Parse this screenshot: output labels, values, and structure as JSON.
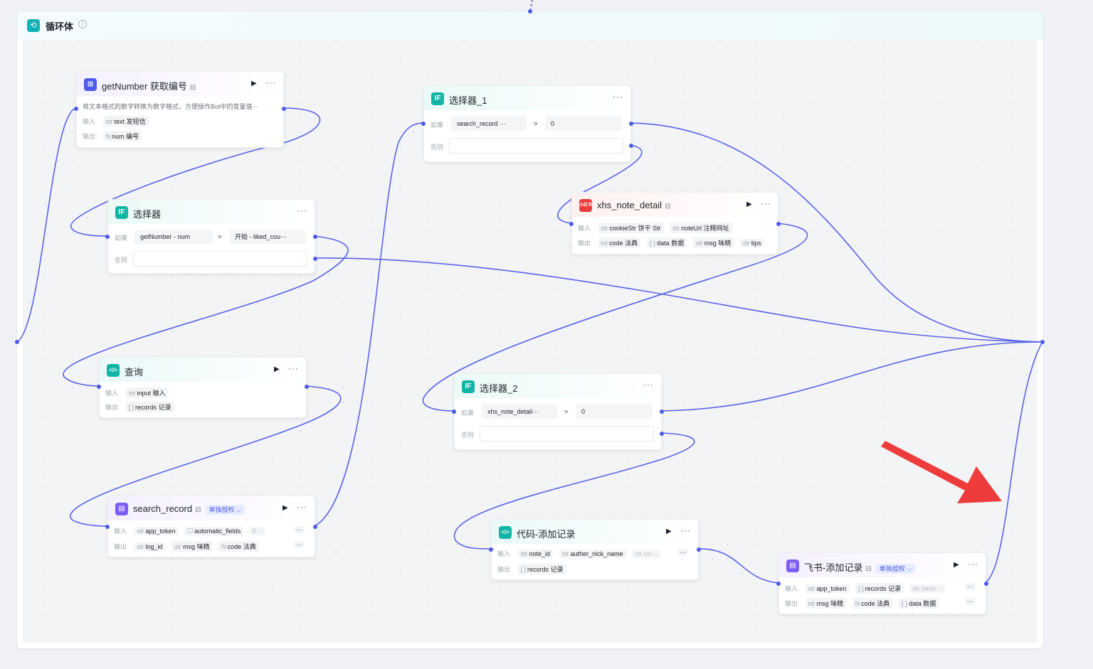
{
  "loop": {
    "title": "循环体",
    "info": "i"
  },
  "icons": {
    "play": "▶",
    "more": "···",
    "bookmark": "⊟",
    "chevron": "⌵"
  },
  "labels": {
    "input": "输入",
    "output": "输出",
    "if": "如果",
    "else": "否则"
  },
  "nodes": {
    "getNumber": {
      "icon": "⊞",
      "title": "getNumber 获取编号",
      "desc": "将文本格式的数字转换为数字格式，方便操作Bot中的变量值···",
      "inputs": [
        {
          "type": "str",
          "name": "text",
          "desc": "发短信"
        }
      ],
      "outputs": [
        {
          "type": "N",
          "name": "num",
          "desc": "编号"
        }
      ]
    },
    "selector": {
      "icon": "IF",
      "title": "选择器",
      "cond_left": "getNumber - num",
      "op": ">",
      "cond_right": "开始 - liked_cou···"
    },
    "query": {
      "icon": "</>",
      "title": "查询",
      "inputs": [
        {
          "type": "str",
          "name": "input",
          "desc": "输入"
        }
      ],
      "outputs": [
        {
          "type": "[ ]",
          "name": "records",
          "desc": "记录"
        }
      ]
    },
    "search_record": {
      "icon": "▤",
      "title": "search_record",
      "tag": "单独授权",
      "inputs": [
        {
          "type": "str",
          "name": "app_token",
          "desc": ""
        },
        {
          "type": "☐",
          "name": "automatic_fields",
          "desc": ""
        },
        {
          "type": "",
          "name": "fi···",
          "desc": ""
        }
      ],
      "outputs": [
        {
          "type": "str",
          "name": "log_id",
          "desc": ""
        },
        {
          "type": "str",
          "name": "msg",
          "desc": "味精"
        },
        {
          "type": "N",
          "name": "code",
          "desc": "法典"
        },
        {
          "type": "",
          "name": "",
          "desc": ""
        }
      ]
    },
    "selector1": {
      "icon": "IF",
      "title": "选择器_1",
      "cond_left": "search_record ···",
      "op": ">",
      "cond_right": "0"
    },
    "xhs_note_detail": {
      "icon": "小红书",
      "title": "xhs_note_detail",
      "inputs": [
        {
          "type": "str",
          "name": "cookieStr",
          "desc": "饼干 Str"
        },
        {
          "type": "str",
          "name": "noteUrl",
          "desc": "注释网址"
        }
      ],
      "outputs": [
        {
          "type": "int",
          "name": "code",
          "desc": "法典"
        },
        {
          "type": "{ }",
          "name": "data",
          "desc": "数据"
        },
        {
          "type": "str",
          "name": "msg",
          "desc": "味精"
        },
        {
          "type": "str",
          "name": "tips",
          "desc": ""
        }
      ]
    },
    "selector2": {
      "icon": "IF",
      "title": "选择器_2",
      "cond_left": "xhs_note_detail···",
      "op": ">",
      "cond_right": "0"
    },
    "code_add": {
      "icon": "</>",
      "title": "代码-添加记录",
      "inputs": [
        {
          "type": "str",
          "name": "note_id",
          "desc": ""
        },
        {
          "type": "str",
          "name": "auther_nick_name",
          "desc": ""
        },
        {
          "type": "str",
          "name": "no···",
          "desc": ""
        }
      ],
      "outputs": [
        {
          "type": "[ ]",
          "name": "records",
          "desc": "记录"
        }
      ]
    },
    "feishu_add": {
      "icon": "▤",
      "title": "飞书-添加记录",
      "tag": "单独授权",
      "inputs": [
        {
          "type": "str",
          "name": "app_token",
          "desc": ""
        },
        {
          "type": "[ ]",
          "name": "records",
          "desc": "记录"
        },
        {
          "type": "str",
          "name": "table···",
          "desc": ""
        }
      ],
      "outputs": [
        {
          "type": "str",
          "name": "msg",
          "desc": "味精"
        },
        {
          "type": "N",
          "name": "code",
          "desc": "法典"
        },
        {
          "type": "{ }",
          "name": "data",
          "desc": "数据"
        }
      ]
    }
  },
  "colors": {
    "wire": "#5a63e6",
    "port": "#4d5bea",
    "arrow": "#ee3b3b"
  }
}
